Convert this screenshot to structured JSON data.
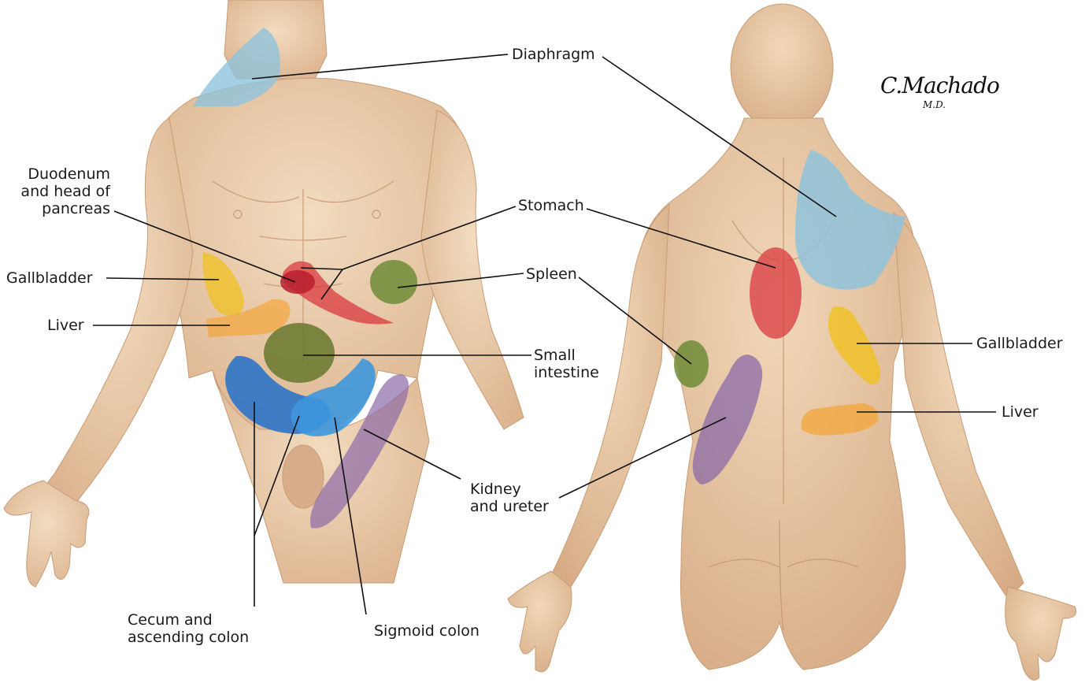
{
  "labels": {
    "diaphragm": "Diaphragm",
    "duodenum": "Duodenum\nand head of\npancreas",
    "stomach": "Stomach",
    "gallbladder_front": "Gallbladder",
    "spleen": "Spleen",
    "liver_front": "Liver",
    "small_intestine": "Small\nintestine",
    "kidney_ureter": "Kidney\nand ureter",
    "cecum": "Cecum and\nascending colon",
    "sigmoid": "Sigmoid colon",
    "gallbladder_back": "Gallbladder",
    "liver_back": "Liver"
  },
  "signature": {
    "name": "C.Machado",
    "suffix": "M.D."
  },
  "colors": {
    "skin": "#eccfae",
    "skin_shadow": "#d9b08c",
    "diaphragm": "#8fc3dc",
    "stomach": "#d9383f",
    "duodenum": "#b81f2d",
    "gallbladder": "#f0c020",
    "liver": "#f3a53a",
    "spleen": "#6e8c38",
    "small_intestine": "#6e7c33",
    "colon_dark": "#2e74c8",
    "colon_light": "#3d97dd",
    "kidney": "#8b6aa8",
    "line": "#111111"
  }
}
